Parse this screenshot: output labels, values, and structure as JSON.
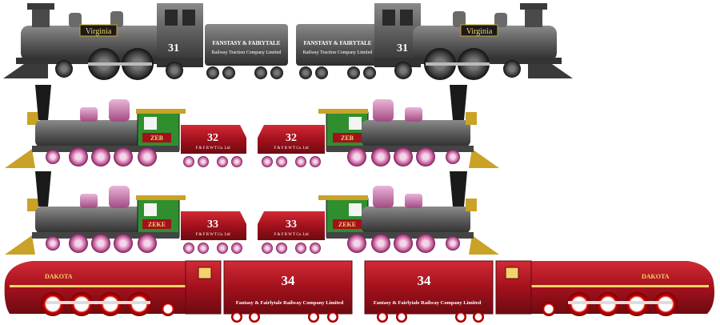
{
  "row1": {
    "left_loco": {
      "nameplate": "Virginia",
      "number": "31"
    },
    "left_tender": {
      "line1": "FANSTASY & FAIRYTALE",
      "line2": "Railway Traction Company Limited"
    },
    "right_tender": {
      "line1": "FANSTASY & FAIRYTALE",
      "line2": "Railway Traction Company Limited"
    },
    "right_loco": {
      "nameplate": "Virginia",
      "number": "31"
    }
  },
  "row2": {
    "left_loco": {
      "cab_plate": "ZEB"
    },
    "left_tender": {
      "number": "32",
      "lettering": "F & F  R W T Co. Ltd"
    },
    "right_tender": {
      "number": "32",
      "lettering": "F & F  R W T Co. Ltd"
    },
    "right_loco": {
      "cab_plate": "ZEB"
    }
  },
  "row3": {
    "left_loco": {
      "cab_plate": "ZEKE"
    },
    "left_tender": {
      "number": "33",
      "lettering": "F & F  R W T Co. Ltd"
    },
    "right_tender": {
      "number": "33",
      "lettering": "F & F  R W T Co. Ltd"
    },
    "right_loco": {
      "cab_plate": "ZEKE"
    }
  },
  "row4": {
    "left_loco": {
      "name": "DAKOTA"
    },
    "left_tender": {
      "number": "34",
      "lettering": "Fantasy & Fairlytale Railway Company Limited"
    },
    "right_tender": {
      "number": "34",
      "lettering": "Fantasy & Fairlytale Railway Company Limited"
    },
    "right_loco": {
      "name": "DAKOTA"
    }
  },
  "colors": {
    "gunmetal": "#5a5a5a",
    "crimson": "#a3111c",
    "green": "#2f8f2f",
    "pink": "#c75a9a",
    "brass": "#c9a227"
  }
}
